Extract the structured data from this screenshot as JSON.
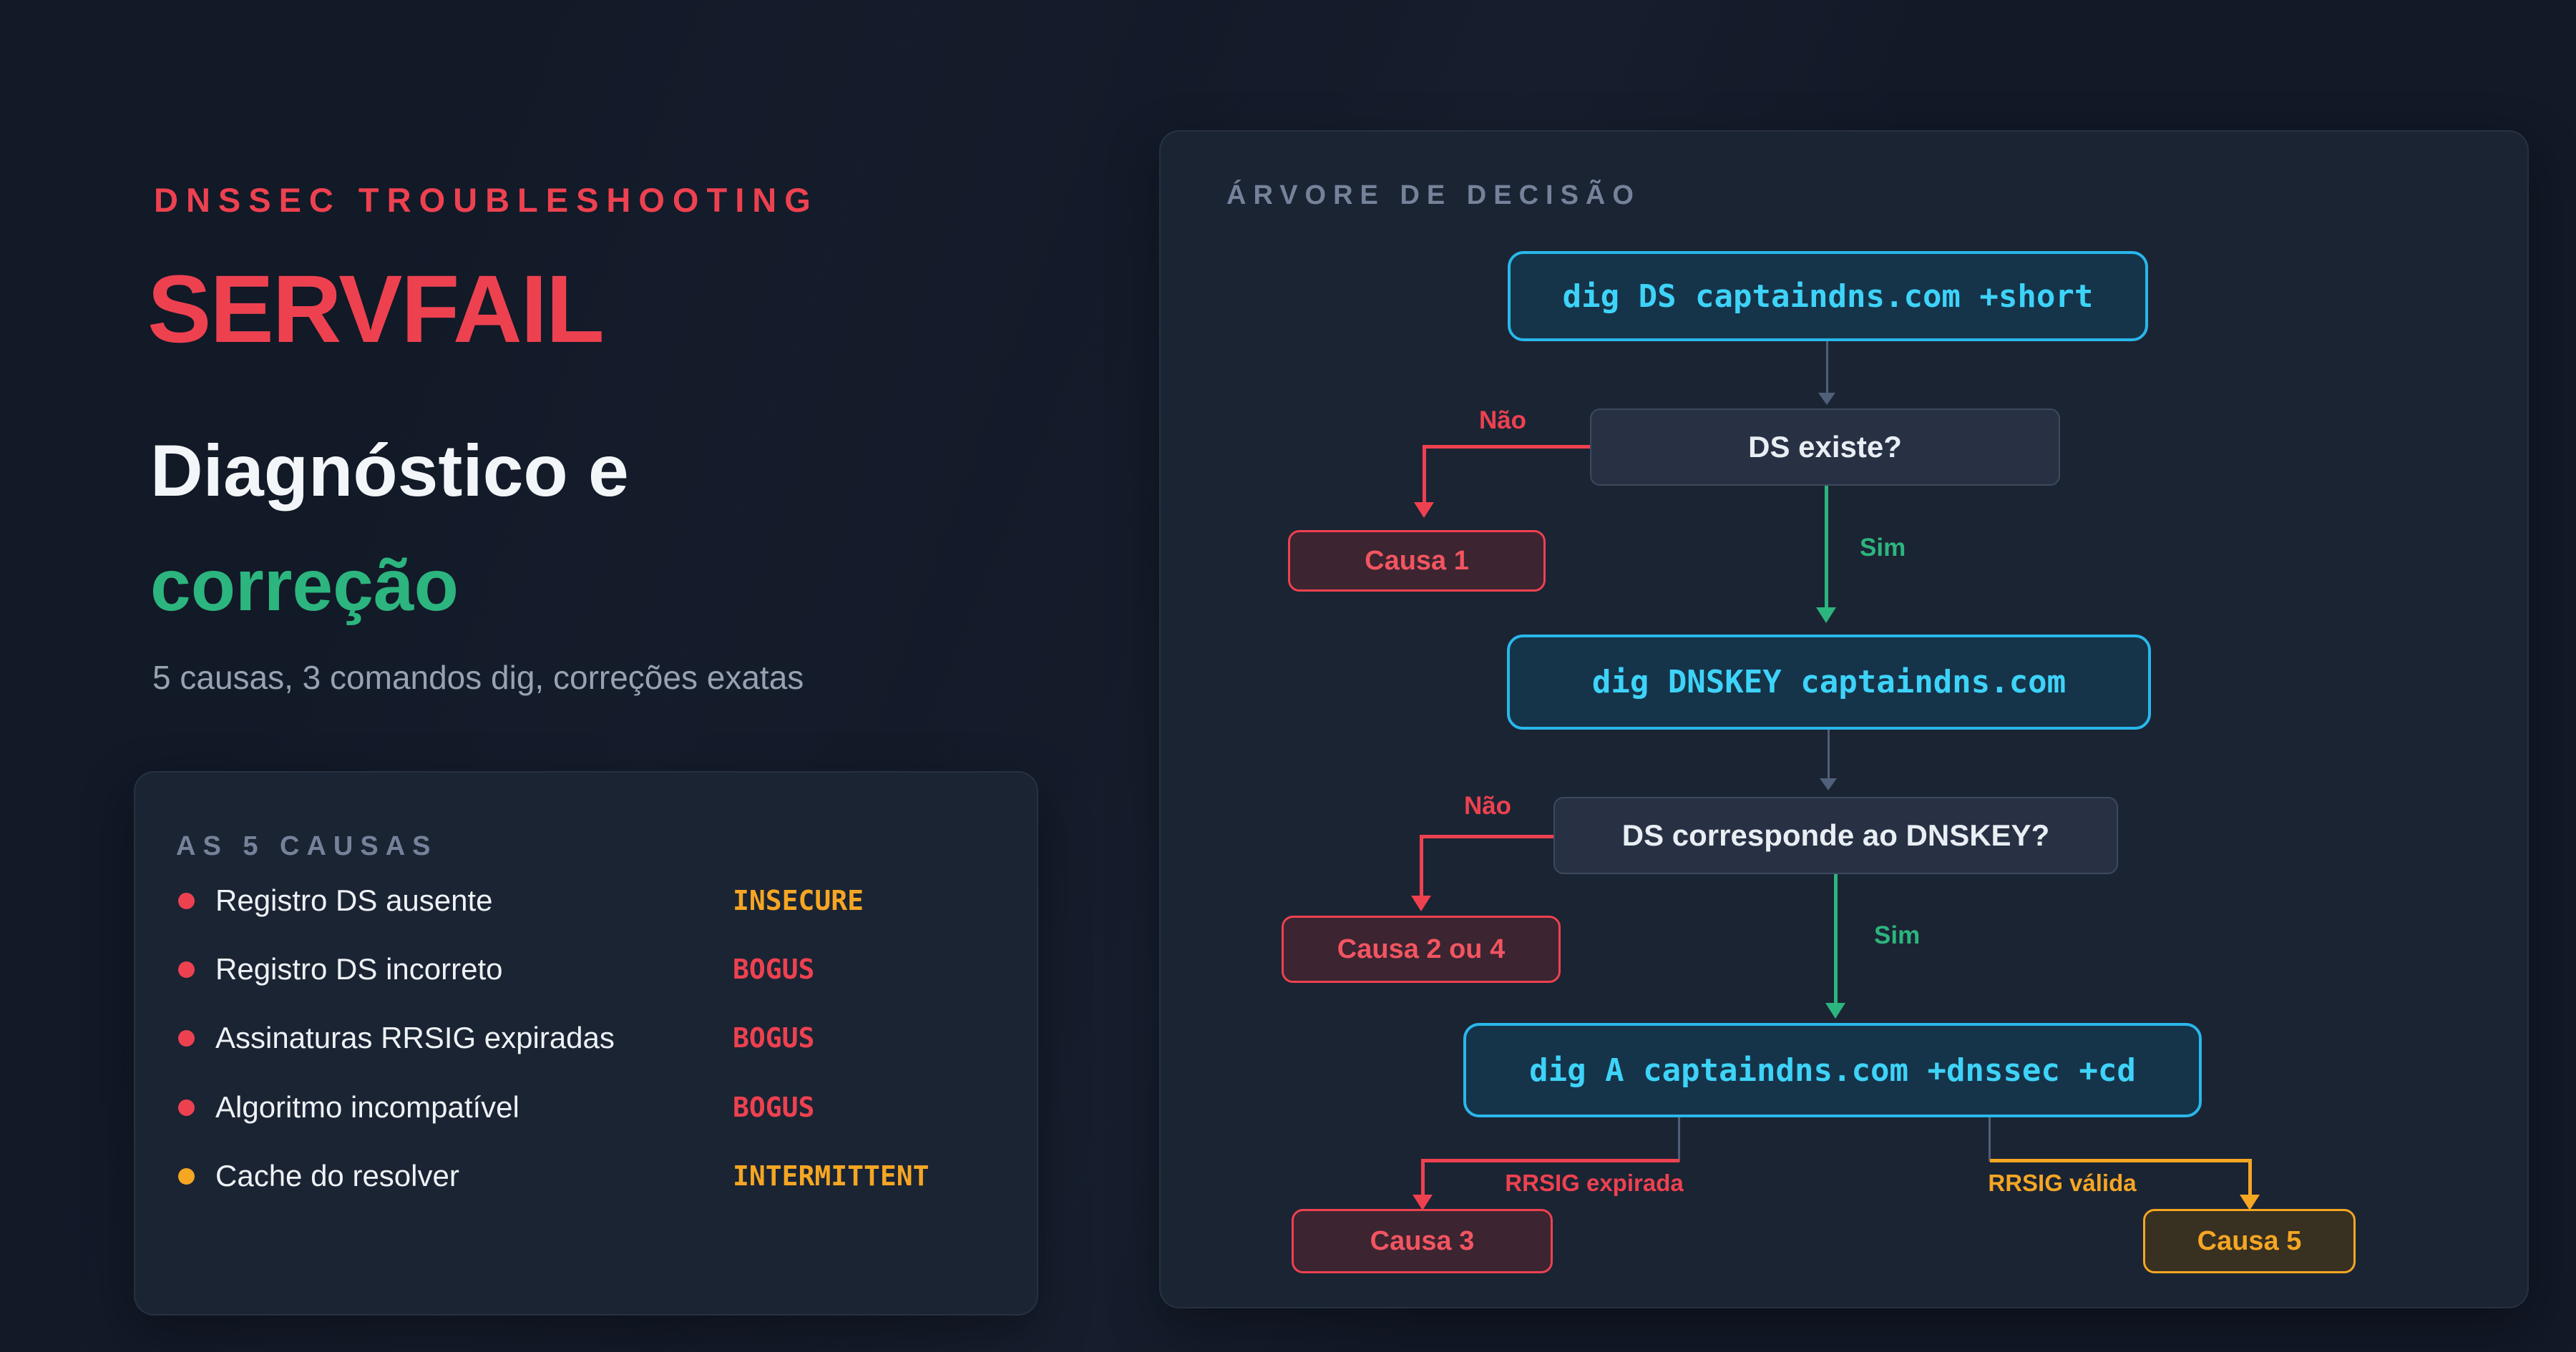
{
  "page": {
    "eyebrow": "DNSSEC TROUBLESHOOTING",
    "title": "SERVFAIL",
    "subtitle_line1": "Diagnóstico e",
    "subtitle_line2": "correção",
    "tagline": "5 causas, 3 comandos dig, correções exatas"
  },
  "colors": {
    "accent_red": "#ee4150",
    "accent_green": "#2cb57e",
    "accent_orange": "#f5a623",
    "accent_cyan": "#29b7ea",
    "cyan_text": "#3ed3f8",
    "connector_slate": "#4f6078"
  },
  "causes_card": {
    "header": "AS 5 CAUSAS",
    "items": [
      {
        "label": "Registro DS ausente",
        "status": "INSECURE",
        "status_color": "#f5a623",
        "dot_color": "#ee4150"
      },
      {
        "label": "Registro DS incorreto",
        "status": "BOGUS",
        "status_color": "#ee4150",
        "dot_color": "#ee4150"
      },
      {
        "label": "Assinaturas RRSIG expiradas",
        "status": "BOGUS",
        "status_color": "#ee4150",
        "dot_color": "#ee4150"
      },
      {
        "label": "Algoritmo incompatível",
        "status": "BOGUS",
        "status_color": "#ee4150",
        "dot_color": "#ee4150"
      },
      {
        "label": "Cache do resolver",
        "status": "INTERMITTENT",
        "status_color": "#f5a623",
        "dot_color": "#f5a623"
      }
    ]
  },
  "tree_card": {
    "header": "ÁRVORE DE DECISÃO",
    "commands": [
      "dig DS captaindns.com +short",
      "dig DNSKEY captaindns.com",
      "dig A captaindns.com +dnssec +cd"
    ],
    "questions": [
      "DS existe?",
      "DS corresponde ao DNSKEY?"
    ],
    "labels": {
      "no1": "Não",
      "yes1": "Sim",
      "no2": "Não",
      "yes2": "Sim",
      "expired": "RRSIG expirada",
      "valid": "RRSIG válida"
    },
    "causes": {
      "c1": "Causa 1",
      "c24": "Causa 2 ou 4",
      "c3": "Causa 3",
      "c5": "Causa 5"
    }
  }
}
